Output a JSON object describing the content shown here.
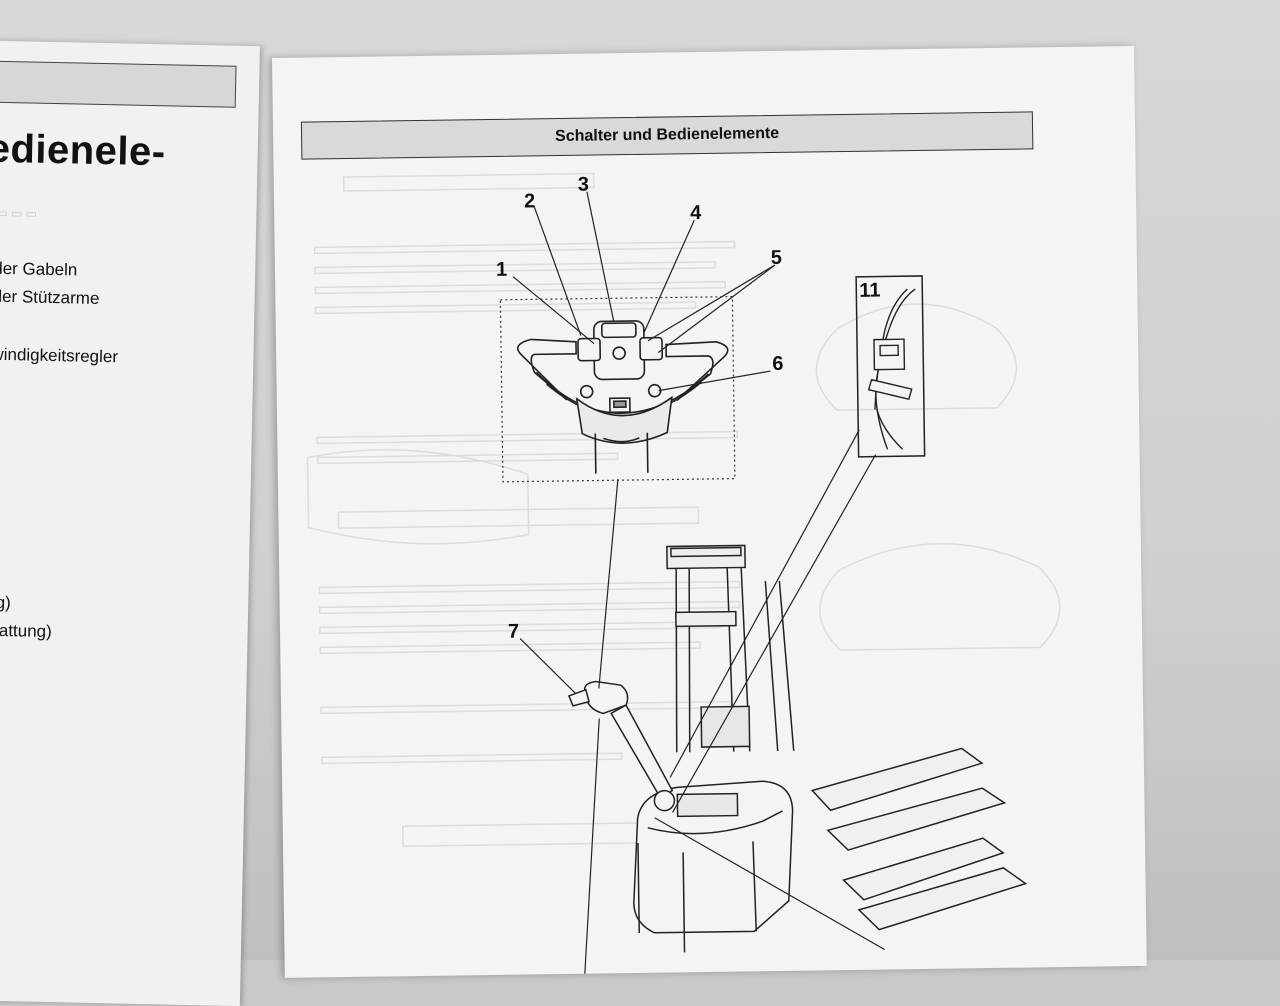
{
  "left_page": {
    "heading": "edienele-",
    "lines": [
      "der Gabeln",
      "der Stützarme",
      "windigkeitsregler",
      "ng)",
      "stattung)"
    ]
  },
  "right_page": {
    "header": "Schalter und Bedienelemente",
    "callouts": [
      "1",
      "2",
      "3",
      "4",
      "5",
      "6",
      "7",
      "11"
    ]
  },
  "colors": {
    "paper": "#f4f4f2",
    "header_bar": "#d9d9d7",
    "ink": "#111111"
  }
}
